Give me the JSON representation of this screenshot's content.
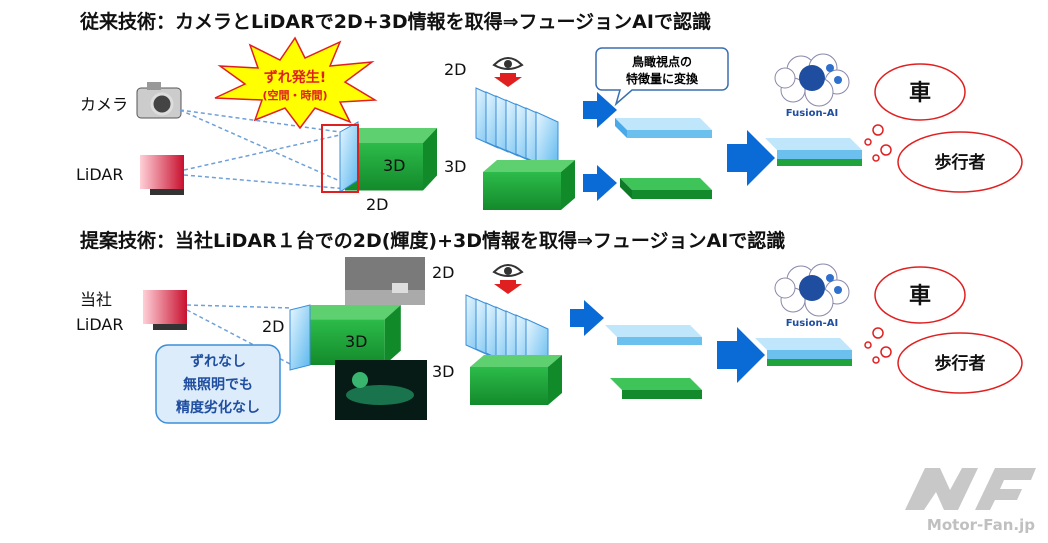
{
  "titles": {
    "top": "従来技術：カメラとLiDARで2D+3D情報を取得⇒フュージョンAIで認識",
    "bottom": "提案技術：当社LiDAR１台での2D(輝度)+3D情報を取得⇒フュージョンAIで認識"
  },
  "top": {
    "camera_label": "カメラ",
    "lidar_label": "LiDAR",
    "burst_line1": "ずれ発生!",
    "burst_line2": "(空間・時間)",
    "box_3d": "3D",
    "slab_2d": "2D",
    "row_2d": "2D",
    "row_3d": "3D",
    "bubble_line1": "鳥瞰視点の",
    "bubble_line2": "特徴量に変換",
    "fusion": "Fusion-AI",
    "result1": "車",
    "result2": "歩行者"
  },
  "bottom": {
    "lidar_line1": "当社",
    "lidar_line2": "LiDAR",
    "slab_2d": "2D",
    "box_3d": "3D",
    "img_2d": "2D",
    "img_3d": "3D",
    "note1": "ずれなし",
    "note2": "無照明でも",
    "note3": "精度劣化なし",
    "fusion": "Fusion-AI",
    "result1": "車",
    "result2": "歩行者"
  },
  "watermark": {
    "brand": "Motor-Fan.jp"
  },
  "colors": {
    "green": "#1fa33a",
    "blue": "#0a6ad6",
    "red": "#e02020",
    "yellow": "#ffff00"
  }
}
